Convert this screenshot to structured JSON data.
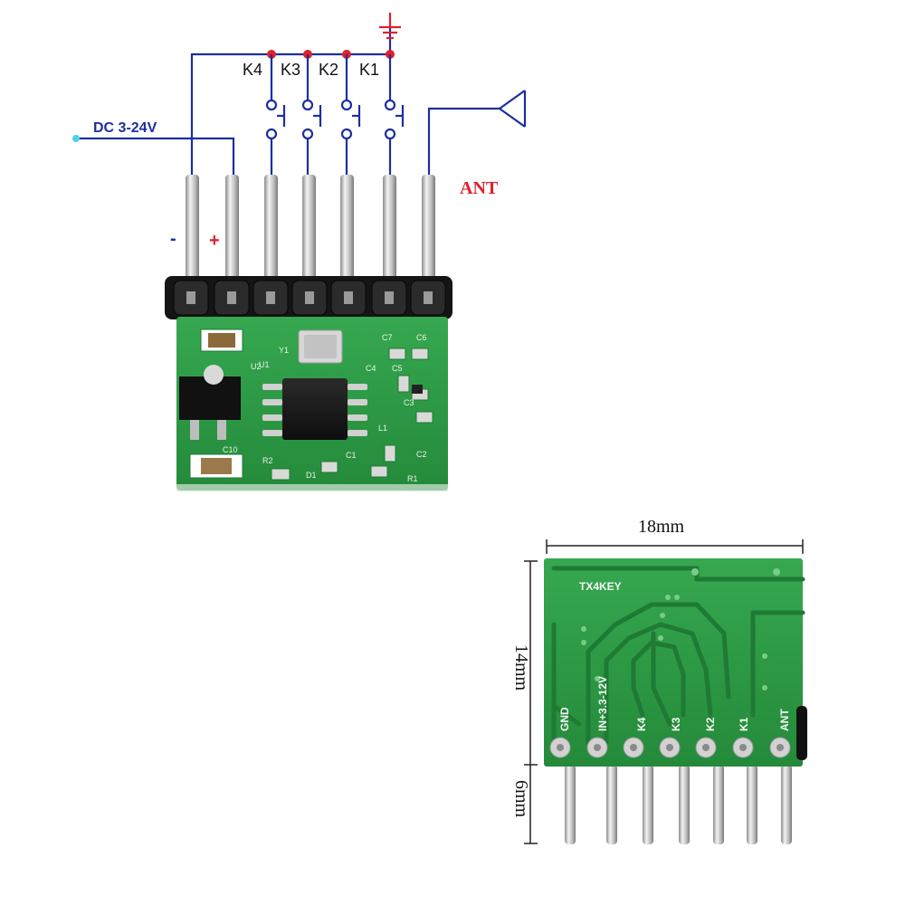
{
  "schematic": {
    "supply_label": "DC 3-24V",
    "key_labels": [
      "K4",
      "K3",
      "K2",
      "K1"
    ],
    "minus_label": "-",
    "plus_label": "+",
    "antenna_label": "ANT"
  },
  "module_front": {
    "silkscreen": [
      "U1",
      "Y1",
      "U2",
      "C4",
      "C5",
      "C6",
      "C7",
      "C3",
      "C2",
      "C1",
      "C10",
      "R1",
      "R2",
      "D1",
      "L1"
    ]
  },
  "module_back": {
    "board_name": "TX4KEY",
    "pin_labels": [
      "GND",
      "IN+3.3-12V",
      "K4",
      "K3",
      "K2",
      "K1",
      "ANT"
    ],
    "width_label": "18mm",
    "height_label": "14mm",
    "pin_length_label": "6mm"
  },
  "colors": {
    "wire": "#1b2fa0",
    "node": "#e0202a",
    "pcb": "#2e9a45",
    "pcb_dark": "#1f7a34",
    "header": "#1a1a1a",
    "pin": "#c9c9c9"
  }
}
